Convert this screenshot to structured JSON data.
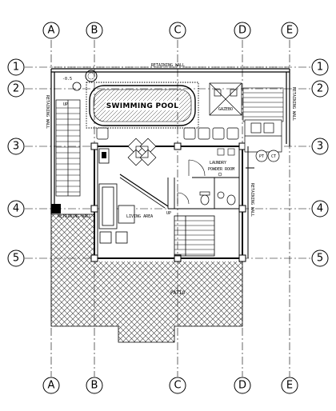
{
  "grid": {
    "columns": [
      "A",
      "B",
      "C",
      "D",
      "E"
    ],
    "rows": [
      "1",
      "2",
      "3",
      "4",
      "5"
    ]
  },
  "labels": {
    "swimming_pool": "SWIMMING POOL",
    "retaining_wall_top": "RETAINING WALL",
    "retaining_wall_left": "RETAINING WALL",
    "retaining_wall_right_upper": "RETAINING WALL",
    "retaining_wall_right_lower": "RETAINING WALL",
    "retaining_wall_mid_left": "RETAINING WALL",
    "patio": "PATIO",
    "living_area": "LIVING AREA",
    "gazebo": "GAZEBO",
    "up": "UP",
    "up_stairs": "UP",
    "laundry": "LAUNDRY",
    "powder_room": "POWDER ROOM",
    "pt": "PT",
    "ct": "CT",
    "level_mark": "-0.5"
  },
  "colors": {
    "line": "#000000",
    "hatch": "#3a3a3a",
    "background": "#ffffff"
  }
}
